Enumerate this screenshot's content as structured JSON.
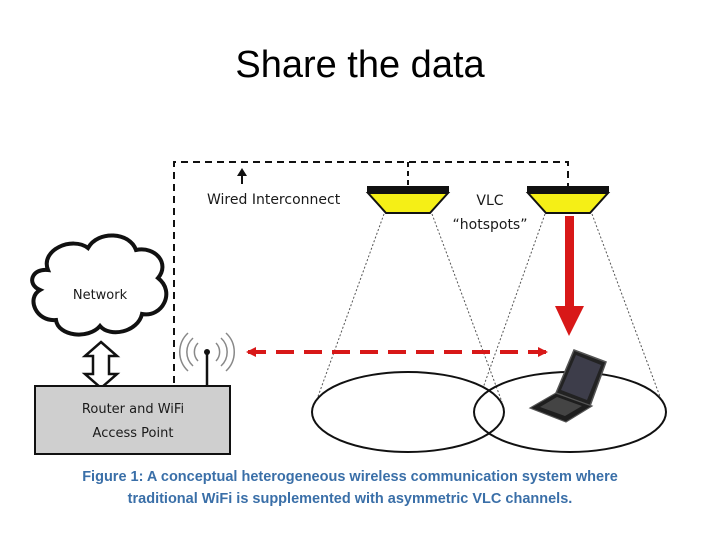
{
  "slide": {
    "title": "Share the data"
  },
  "diagram": {
    "wired_label": "Wired Interconnect",
    "vlc_label_line1": "VLC",
    "vlc_label_line2": "“hotspots”",
    "network_label": "Network",
    "router_label_line1": "Router and WiFi",
    "router_label_line2": "Access Point",
    "colors": {
      "light_fixture": "#f5ef16",
      "signal_arrow": "#d81818",
      "router_box": "#cfcfcf"
    }
  },
  "caption": {
    "line1": "Figure 1: A conceptual heterogeneous wireless communication system where",
    "line2": "traditional WiFi is supplemented with asymmetric VLC channels."
  }
}
